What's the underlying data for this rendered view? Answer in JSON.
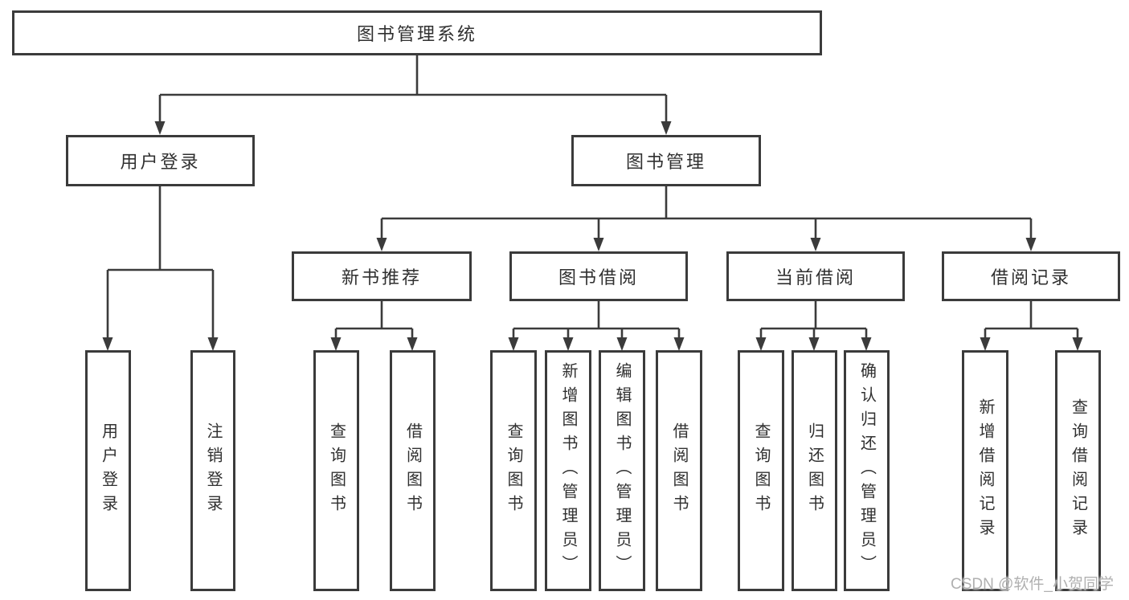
{
  "diagram": {
    "tree": {
      "label": "图书管理系统",
      "children": [
        {
          "label": "用户登录",
          "children": [
            {
              "label": "用户登录"
            },
            {
              "label": "注销登录"
            }
          ]
        },
        {
          "label": "图书管理",
          "children": [
            {
              "label": "新书推荐",
              "children": [
                {
                  "label": "查询图书"
                },
                {
                  "label": "借阅图书"
                }
              ]
            },
            {
              "label": "图书借阅",
              "children": [
                {
                  "label": "查询图书"
                },
                {
                  "label": "新增图书（管理员）"
                },
                {
                  "label": "编辑图书（管理员）"
                },
                {
                  "label": "借阅图书"
                }
              ]
            },
            {
              "label": "当前借阅",
              "children": [
                {
                  "label": "查询图书"
                },
                {
                  "label": "归还图书"
                },
                {
                  "label": "确认归还（管理员）"
                }
              ]
            },
            {
              "label": "借阅记录",
              "children": [
                {
                  "label": "新增借阅记录"
                },
                {
                  "label": "查询借阅记录"
                }
              ]
            }
          ]
        }
      ]
    },
    "colors": {
      "line": "#3b3b3b",
      "text": "#303030",
      "node_background": "#ffffff"
    }
  },
  "watermark": {
    "text": "CSDN @软件_小贺同学",
    "color": "#b0b0b0"
  }
}
